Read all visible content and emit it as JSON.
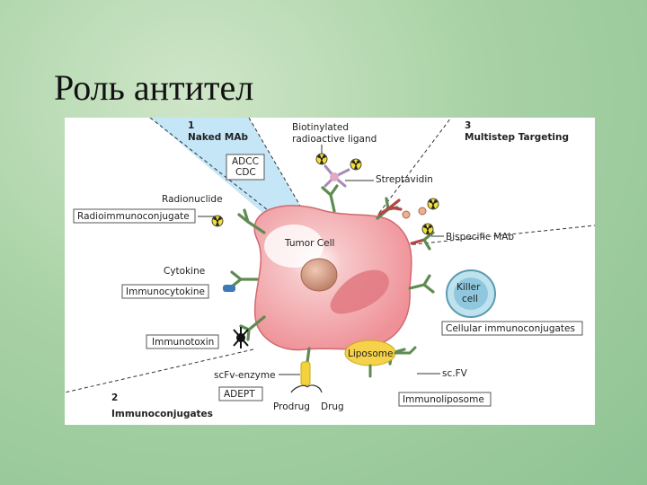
{
  "slide": {
    "title": "Роль антител"
  },
  "diagram": {
    "sections": {
      "s1_num": "1",
      "s1_title": "Naked MAb",
      "s2_num": "2",
      "s2_title": "Immunoconjugates",
      "s3_num": "3",
      "s3_title": "Multistep Targeting"
    },
    "labels": {
      "adcc": "ADCC",
      "cdc": "CDC",
      "radionuclide": "Radionuclide",
      "radioimmunoconjugate": "Radioimmunoconjugate",
      "cytokine": "Cytokine",
      "immunocytokine": "Immunocytokine",
      "immunotoxin": "Immunotoxin",
      "scfv_enzyme": "scFv-enzyme",
      "adept": "ADEPT",
      "prodrug": "Prodrug",
      "drug": "Drug",
      "biotinylated_1": "Biotinylated",
      "biotinylated_2": "radioactive ligand",
      "streptavidin": "Streptavidin",
      "bispecific": "Bispecific MAb",
      "killer_1": "Killer",
      "killer_2": "cell",
      "cellular": "Cellular immunoconjugates",
      "liposome": "Liposome",
      "scfv": "sc.FV",
      "immunoliposome": "Immunoliposome",
      "tumor_cell": "Tumor Cell"
    },
    "colors": {
      "cell_fill": "#f2a3a6",
      "cell_edge": "#d06a70",
      "nucleus": "#c98a74",
      "wedge": "#c5e6f7",
      "antibody": "#5f8b52",
      "killer_fill": "#bfe2ef",
      "liposome": "#f6d24a"
    }
  }
}
